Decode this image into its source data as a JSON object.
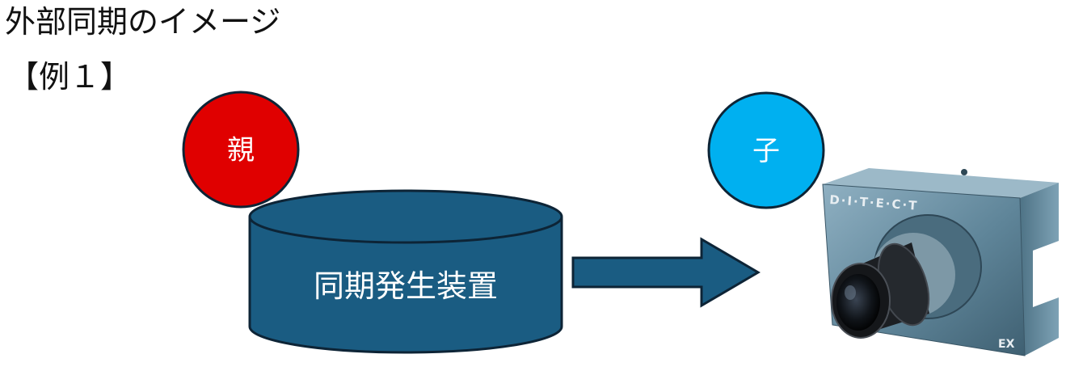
{
  "title": "外部同期のイメージ",
  "example_label": "【例１】",
  "master": {
    "label": "親",
    "color": "#e00000"
  },
  "slave": {
    "label": "子",
    "color": "#00b0f0"
  },
  "sync_device": {
    "label": "同期発生装置",
    "color": "#1a5c82",
    "outline": "#0d2436"
  },
  "camera": {
    "brand": "D·I·T·E·C·T",
    "model": "EX",
    "body_color": "#6a8ea3"
  },
  "arrow": {
    "color": "#1a5c82"
  }
}
